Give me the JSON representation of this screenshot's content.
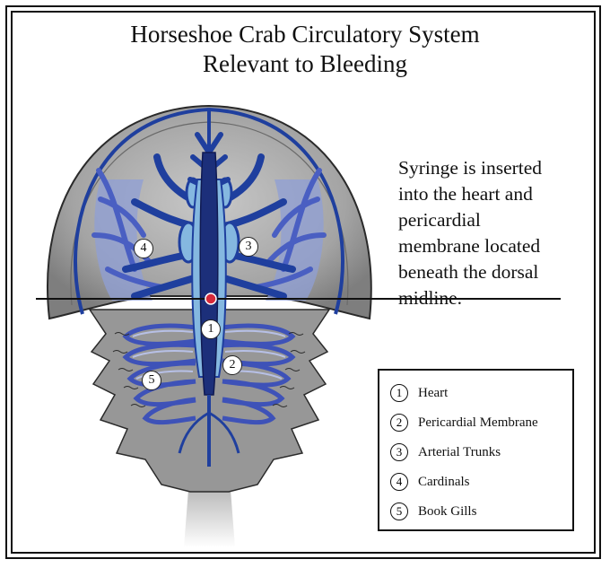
{
  "title": {
    "line1": "Horseshoe Crab Circulatory System",
    "line2": "Relevant to Bleeding"
  },
  "note": {
    "line1": "Syringe is inserted",
    "line2": "into the heart and",
    "line3": "pericardial",
    "line4": "membrane located",
    "line5": "beneath the dorsal",
    "line6": "midline."
  },
  "callouts": [
    "1",
    "2",
    "3",
    "4",
    "5"
  ],
  "legend": {
    "items": [
      {
        "num": "1",
        "label": "Heart"
      },
      {
        "num": "2",
        "label": "Pericardial Membrane"
      },
      {
        "num": "3",
        "label": "Arterial Trunks"
      },
      {
        "num": "4",
        "label": "Cardinals"
      },
      {
        "num": "5",
        "label": "Book Gills"
      }
    ]
  },
  "colors": {
    "shell": "#8c8c8c",
    "shell_light": "#b5b5b5",
    "vessel_dark": "#1f3f9e",
    "vessel_mid": "#5468c4",
    "vessel_light": "#9aa6d8",
    "heart_fill": "#85b8e0",
    "marker": "#d62a3a"
  }
}
